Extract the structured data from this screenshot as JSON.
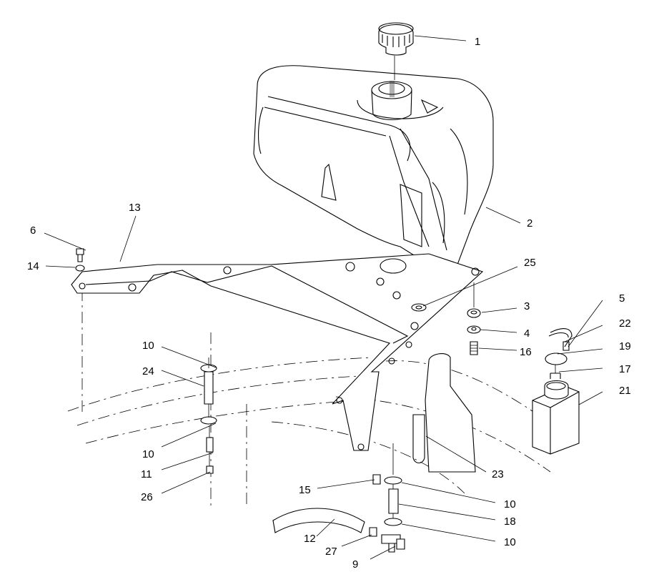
{
  "callouts": [
    {
      "id": "1"
    },
    {
      "id": "2"
    },
    {
      "id": "3"
    },
    {
      "id": "4"
    },
    {
      "id": "5"
    },
    {
      "id": "6"
    },
    {
      "id": "9"
    },
    {
      "id": "10"
    },
    {
      "id": "11"
    },
    {
      "id": "12"
    },
    {
      "id": "13"
    },
    {
      "id": "14"
    },
    {
      "id": "15"
    },
    {
      "id": "16"
    },
    {
      "id": "17"
    },
    {
      "id": "18"
    },
    {
      "id": "19"
    },
    {
      "id": "21"
    },
    {
      "id": "22"
    },
    {
      "id": "23"
    },
    {
      "id": "24"
    },
    {
      "id": "25"
    },
    {
      "id": "26"
    },
    {
      "id": "27"
    }
  ],
  "parts": {
    "p1": "fuel-cap",
    "p2": "fuel-tank",
    "p13": "tank-mounting-plate",
    "p21": "overflow-reservoir"
  }
}
